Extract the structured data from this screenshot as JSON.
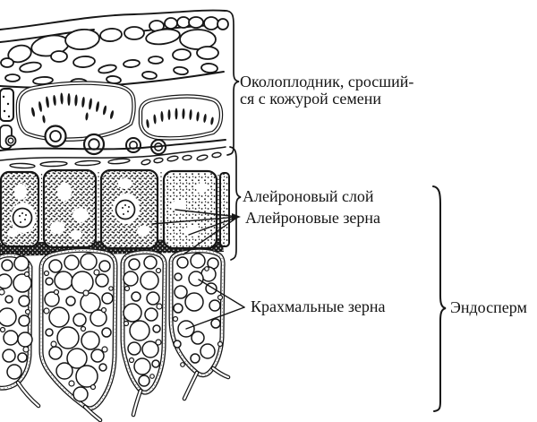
{
  "canvas": {
    "background": "#ffffff",
    "ink": "#161616"
  },
  "labels": {
    "pericarp": {
      "line1": "Околоплодник, сросший-",
      "line2": "ся с кожурой семени"
    },
    "aleurone_layer": "Алейроновый слой",
    "aleurone_grains": "Алейроновые зерна",
    "starch_grains": "Крахмальные зерна",
    "endosperm": "Эндосперм"
  }
}
